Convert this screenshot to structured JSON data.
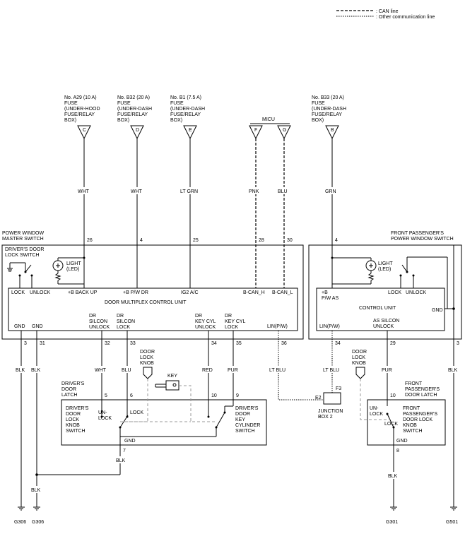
{
  "legend": {
    "can": ": CAN line",
    "other": ": Other communication line"
  },
  "fuses": [
    {
      "id": "a29",
      "lines": [
        "No. A29 (10 A)",
        "FUSE",
        "(UNDER-HOOD",
        "FUSE/RELAY",
        "BOX)"
      ],
      "terminal": "C",
      "wire": "WHT",
      "pin": "26"
    },
    {
      "id": "b32",
      "lines": [
        "No. B32 (20 A)",
        "FUSE",
        "(UNDER-DASH",
        "FUSE/RELAY",
        "BOX)"
      ],
      "terminal": "D",
      "wire": "WHT",
      "pin": "4"
    },
    {
      "id": "b1",
      "lines": [
        "No. B1 (7.5 A)",
        "FUSE",
        "(UNDER-DASH",
        "FUSE/RELAY",
        "BOX)"
      ],
      "terminal": "E",
      "wire": "LT GRN",
      "pin": "25"
    },
    {
      "id": "b33",
      "lines": [
        "No. B33 (20 A)",
        "FUSE",
        "(UNDER-DASH",
        "FUSE/RELAY",
        "BOX)"
      ],
      "terminal": "B",
      "wire": "GRN",
      "pin": "4"
    }
  ],
  "micu": {
    "label": "MICU",
    "terminals": [
      {
        "id": "f",
        "terminal": "F",
        "wire": "PNK",
        "pin": "28"
      },
      {
        "id": "g",
        "terminal": "G",
        "wire": "BLU",
        "pin": "30"
      }
    ]
  },
  "master_switch": {
    "title": [
      "POWER WINDOW",
      "MASTER SWITCH"
    ],
    "door_lock_switch": [
      "DRIVER'S DOOR",
      "LOCK SWITCH"
    ],
    "light": [
      "LIGHT",
      "(LED)"
    ],
    "lock": "LOCK",
    "unlock": "UNLOCK",
    "unit": "DOOR MULTIPLEX CONTROL UNIT",
    "pins_top": [
      "+B BACK UP",
      "+B P/W DR",
      "IG2 A/C",
      "B-CAN_H",
      "B-CAN_L"
    ],
    "gnd1": "GND",
    "gnd2": "GND",
    "dr_silcon_unlock": [
      "DR",
      "SILCON",
      "UNLOCK"
    ],
    "dr_silcon_lock": [
      "DR",
      "SILCON",
      "LOCK"
    ],
    "dr_keycyl_unlock": [
      "DR",
      "KEY CYL",
      "UNLOCK"
    ],
    "dr_keycyl_lock": [
      "DR",
      "KEY CYL",
      "LOCK"
    ],
    "lin": "LIN(P/W)"
  },
  "bottom_wires": [
    {
      "id": "gnd3",
      "pin": "3",
      "wire": "BLK"
    },
    {
      "id": "gnd31",
      "pin": "31",
      "wire": "BLK"
    },
    {
      "id": "w32",
      "pin": "32",
      "wire": "WHT"
    },
    {
      "id": "w33",
      "pin": "33",
      "wire": "BLU"
    },
    {
      "id": "w34",
      "pin": "34",
      "wire": "RED"
    },
    {
      "id": "w35",
      "pin": "35",
      "wire": "PUR"
    },
    {
      "id": "w36",
      "pin": "36",
      "wire": "LT BLU"
    }
  ],
  "driver_latch": {
    "title": [
      "DRIVER'S",
      "DOOR",
      "LATCH"
    ],
    "knob_switch": [
      "DRIVER'S",
      "DOOR",
      "LOCK",
      "KNOB",
      "SWITCH"
    ],
    "cyl_switch": [
      "DRIVER'S",
      "DOOR",
      "KEY",
      "CYLINDER",
      "SWITCH"
    ],
    "unlock": [
      "UN-",
      "LOCK"
    ],
    "lock": "LOCK",
    "gnd": "GND",
    "pins": [
      "5",
      "6",
      "10",
      "9",
      "7"
    ],
    "gnd_wire": "BLK"
  },
  "door_lock_knob": [
    "DOOR",
    "LOCK",
    "KNOB"
  ],
  "key": "KEY",
  "passenger_switch": {
    "title": [
      "FRONT PASSENGER'S",
      "POWER WINDOW SWITCH"
    ],
    "light": [
      "LIGHT",
      "(LED)"
    ],
    "lock": "LOCK",
    "unlock": "UNLOCK",
    "pb": [
      "+B",
      "P/W AS"
    ],
    "unit": "CONTROL UNIT",
    "gnd": "GND",
    "lin": "LIN(P/W)",
    "as_silcon": [
      "AS SILCON",
      "UNLOCK"
    ]
  },
  "passenger_wires": [
    {
      "id": "p34",
      "pin": "34",
      "wire": "LT BLU"
    },
    {
      "id": "p29",
      "pin": "29",
      "wire": "PUR"
    },
    {
      "id": "p3",
      "pin": "3",
      "wire": "BLK"
    }
  ],
  "junction": {
    "e2": "E2",
    "f3": "F3",
    "label": [
      "JUNCTION",
      "BOX 2"
    ]
  },
  "passenger_knob": [
    "DOOR",
    "LOCK",
    "KNOB"
  ],
  "passenger_latch": {
    "title": [
      "FRONT",
      "PASSENGER'S",
      "DOOR LATCH"
    ],
    "switch": [
      "FRONT",
      "PASSENGER'S",
      "DOOR LOCK",
      "KNOB",
      "SWITCH"
    ],
    "unlock": [
      "UN-",
      "LOCK"
    ],
    "lock": "LOCK",
    "gnd": "GND",
    "pin_top": "10",
    "pin_bottom": "8",
    "gnd_wire": "BLK"
  },
  "grounds": {
    "driver_wire": "BLK",
    "labels": [
      "G306",
      "G306",
      "G301",
      "G501"
    ]
  }
}
